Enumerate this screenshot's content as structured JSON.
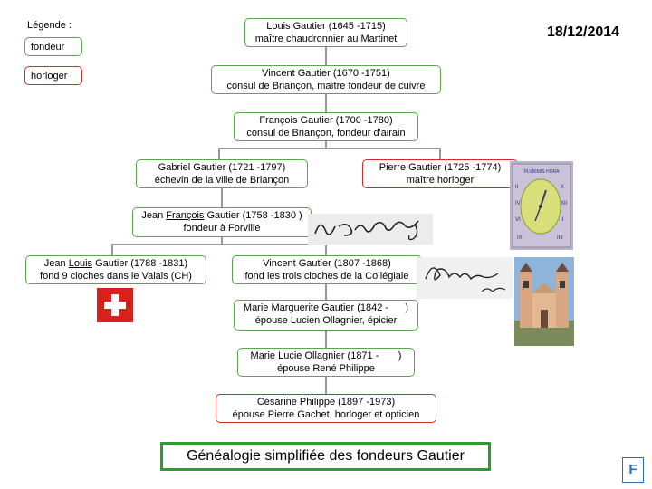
{
  "legend": {
    "title": "Légende :",
    "fondeur": "fondeur",
    "horloger": "horloger"
  },
  "date": "18/12/2014",
  "people": {
    "louis": {
      "l1": "Louis Gautier (1645 -1715)",
      "l2": "maître chaudronnier au Martinet"
    },
    "vincent1": {
      "l1": "Vincent Gautier (1670 -1751)",
      "l2": "consul de Briançon, maître fondeur de cuivre"
    },
    "francois1": {
      "l1": "François Gautier (1700 -1780)",
      "l2": "consul de Briançon, fondeur d'airain"
    },
    "gabriel": {
      "l1": "Gabriel Gautier (1721 -1797)",
      "l2": "échevin de la ville de Briançon"
    },
    "pierre": {
      "l1": "Pierre Gautier (1725 -1774)",
      "l2": "maître horloger"
    },
    "jeanfrancois": {
      "pre": "Jean ",
      "u": "François",
      "post": " Gautier (1758 -1830 )",
      "l2": "fondeur à Forville"
    },
    "jeanlouis": {
      "pre": "Jean ",
      "u": "Louis",
      "post": " Gautier (1788 -1831)",
      "l2": "fond 9 cloches dans le Valais (CH)"
    },
    "vincent2": {
      "l1": "Vincent Gautier (1807 -1868)",
      "l2": "fond les trois cloches de la Collégiale"
    },
    "marguerite": {
      "u": "Marie",
      "post": " Marguerite Gautier (1842 -      )",
      "l2": "épouse Lucien Ollagnier, épicier"
    },
    "lucie": {
      "u": "Marie",
      "post": " Lucie Ollagnier (1871 -       )",
      "l2": "épouse René Philippe"
    },
    "cesarine": {
      "l1": "Césarine Philippe (1897 -1973)",
      "l2": "épouse Pierre Gachet, horloger et opticien"
    }
  },
  "images": {
    "sundial_text": "PLVRIMIS HORA"
  },
  "title": "Généalogie simplifiée des fondeurs Gautier",
  "badge": "F"
}
